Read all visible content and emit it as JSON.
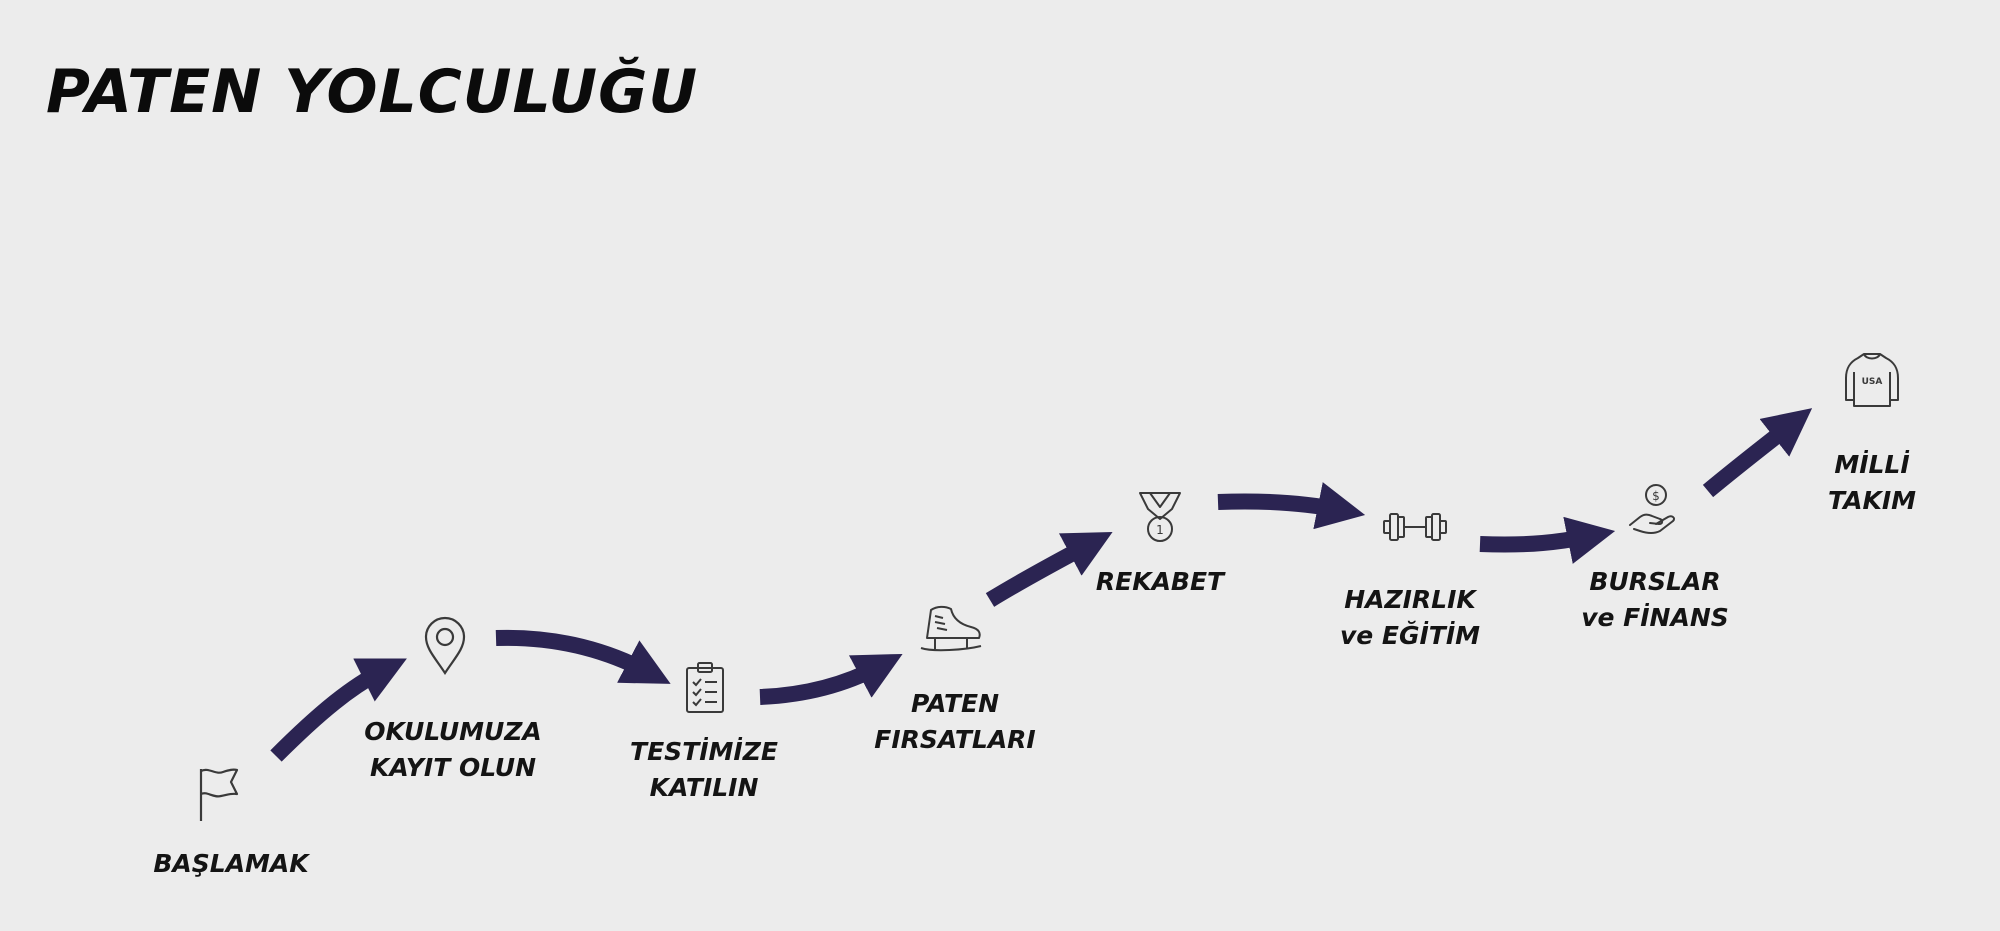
{
  "title": "PATEN YOLCULUĞU",
  "colors": {
    "arrow": "#2b2452",
    "icon": "#3a3a3a",
    "text": "#141414",
    "background": "#ececec"
  },
  "steps": [
    {
      "icon": "flag-icon",
      "line1": "BAŞLAMAK",
      "line2": ""
    },
    {
      "icon": "location-pin-icon",
      "line1": "OKULUMUZA",
      "line2": "KAYIT OLUN"
    },
    {
      "icon": "clipboard-checklist-icon",
      "line1": "TESTİMİZE",
      "line2": "KATILIN"
    },
    {
      "icon": "ice-skate-icon",
      "line1": "PATEN",
      "line2": "FIRSATLARI"
    },
    {
      "icon": "medal-icon",
      "line1": "REKABET",
      "line2": ""
    },
    {
      "icon": "dumbbell-icon",
      "line1": "HAZIRLIK",
      "line2": "ve EĞİTİM"
    },
    {
      "icon": "hand-coin-icon",
      "line1": "BURSLAR",
      "line2": "ve FİNANS"
    },
    {
      "icon": "usa-jacket-icon",
      "line1": "MİLLİ",
      "line2": "TAKIM"
    }
  ],
  "jacket_text": "USA"
}
